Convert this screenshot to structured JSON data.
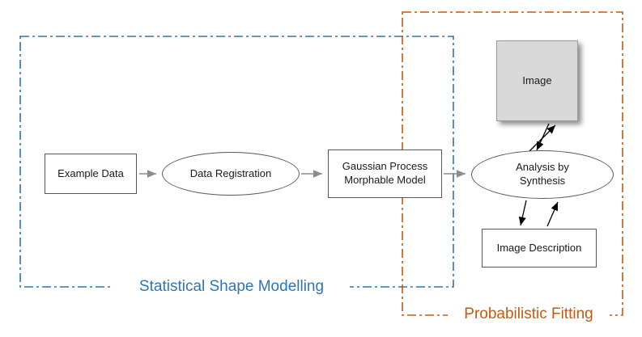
{
  "containers": {
    "statistical_shape_modelling": {
      "label": "Statistical Shape Modelling",
      "border_color": "#2E75B6",
      "label_color": "#2E75B6"
    },
    "probabilistic_fitting": {
      "label": "Probabilistic Fitting",
      "border_color": "#C55A11",
      "label_color": "#C55A11"
    }
  },
  "nodes": {
    "example_data": {
      "label": "Example Data"
    },
    "data_registration": {
      "label": "Data Registration"
    },
    "gpmm": {
      "label": "Gaussian Process\nMorphable Model"
    },
    "analysis_by_synthesis": {
      "label": "Analysis by\nSynthesis"
    },
    "image": {
      "label": "Image"
    },
    "image_description": {
      "label": "Image Description"
    }
  },
  "edges": [
    {
      "from": "example_data",
      "to": "data_registration",
      "style": "gray-arrow"
    },
    {
      "from": "data_registration",
      "to": "gpmm",
      "style": "gray-arrow"
    },
    {
      "from": "gpmm",
      "to": "analysis_by_synthesis",
      "style": "gray-arrow"
    },
    {
      "from": "analysis_by_synthesis",
      "to": "image",
      "style": "black-arrow"
    },
    {
      "from": "image",
      "to": "analysis_by_synthesis",
      "style": "black-arrow"
    },
    {
      "from": "analysis_by_synthesis",
      "to": "image_description",
      "style": "black-arrow"
    },
    {
      "from": "image_description",
      "to": "analysis_by_synthesis",
      "style": "black-arrow"
    }
  ],
  "colors": {
    "blue_accent": "#2E75B6",
    "orange_accent": "#C55A11",
    "image_box_fill": "#D9D9D9",
    "node_border": "#595959",
    "arrow_gray": "#8C8C8C",
    "arrow_black": "#000000"
  }
}
